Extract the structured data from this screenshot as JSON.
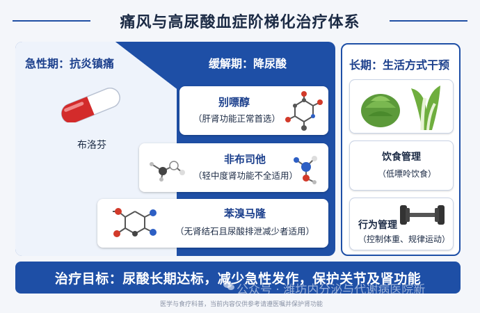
{
  "title": "痛风与高尿酸血症阶梯化治疗体系",
  "acute": {
    "title": "急性期：抗炎镇痛",
    "drug": "布洛芬"
  },
  "remission": {
    "title": "缓解期：降尿酸",
    "drugs": [
      {
        "name": "别嘌醇",
        "note": "（肝肾功能正常首选）"
      },
      {
        "name": "非布司他",
        "note": "（轻中度肾功能不全适用）"
      },
      {
        "name": "苯溴马隆",
        "note": "（无肾结石且尿酸排泄减少者适用）"
      }
    ]
  },
  "longterm": {
    "title": "长期：生活方式干预",
    "diet_title": "饮食管理",
    "diet_note": "（低嘌呤饮食）",
    "behavior_title": "行为管理",
    "behavior_note": "（控制体重、规律运动）"
  },
  "goal": "治疗目标：尿酸长期达标，减少急性发作，保护关节及肾功能",
  "footer": "医学与食疗科普，当前内容仅供参考请遵医嘱并保护肾功能",
  "watermark": "公众号 · 潍坊内分泌与代谢病医院新",
  "colors": {
    "primary_blue": "#1e4fa6",
    "title_text": "#1b2a44",
    "pill_red": "#d32b2b"
  }
}
